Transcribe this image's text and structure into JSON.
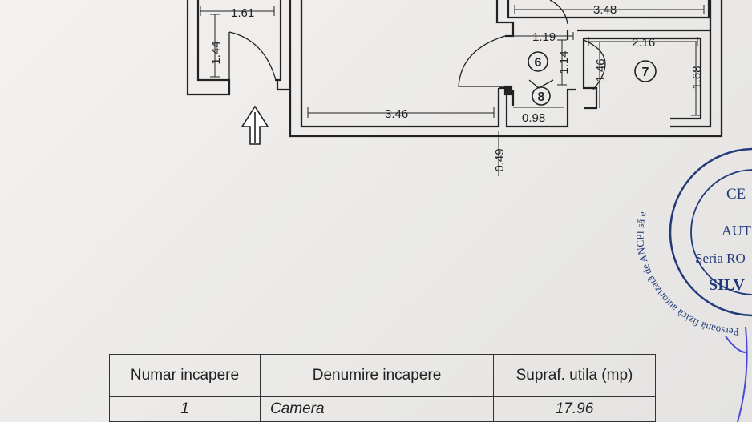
{
  "plan": {
    "dimensions": [
      "1.61",
      "1.44",
      "3.48",
      "1.19",
      "2.16",
      "1.14",
      "1.46",
      "1.68",
      "3.46",
      "0.98",
      "0.49"
    ],
    "room_numbers": [
      "6",
      "7",
      "8"
    ]
  },
  "stamp": {
    "ring_text": "Persoană fizică autorizată de ANCPI să e",
    "lines": [
      "CE",
      "AUT",
      "Seria RO",
      "SILV"
    ]
  },
  "table": {
    "headers": [
      "Numar incapere",
      "Denumire incapere",
      "Supraf. utila (mp)"
    ],
    "rows": [
      {
        "number": "1",
        "name": "Camera",
        "area": "17.96"
      }
    ]
  }
}
